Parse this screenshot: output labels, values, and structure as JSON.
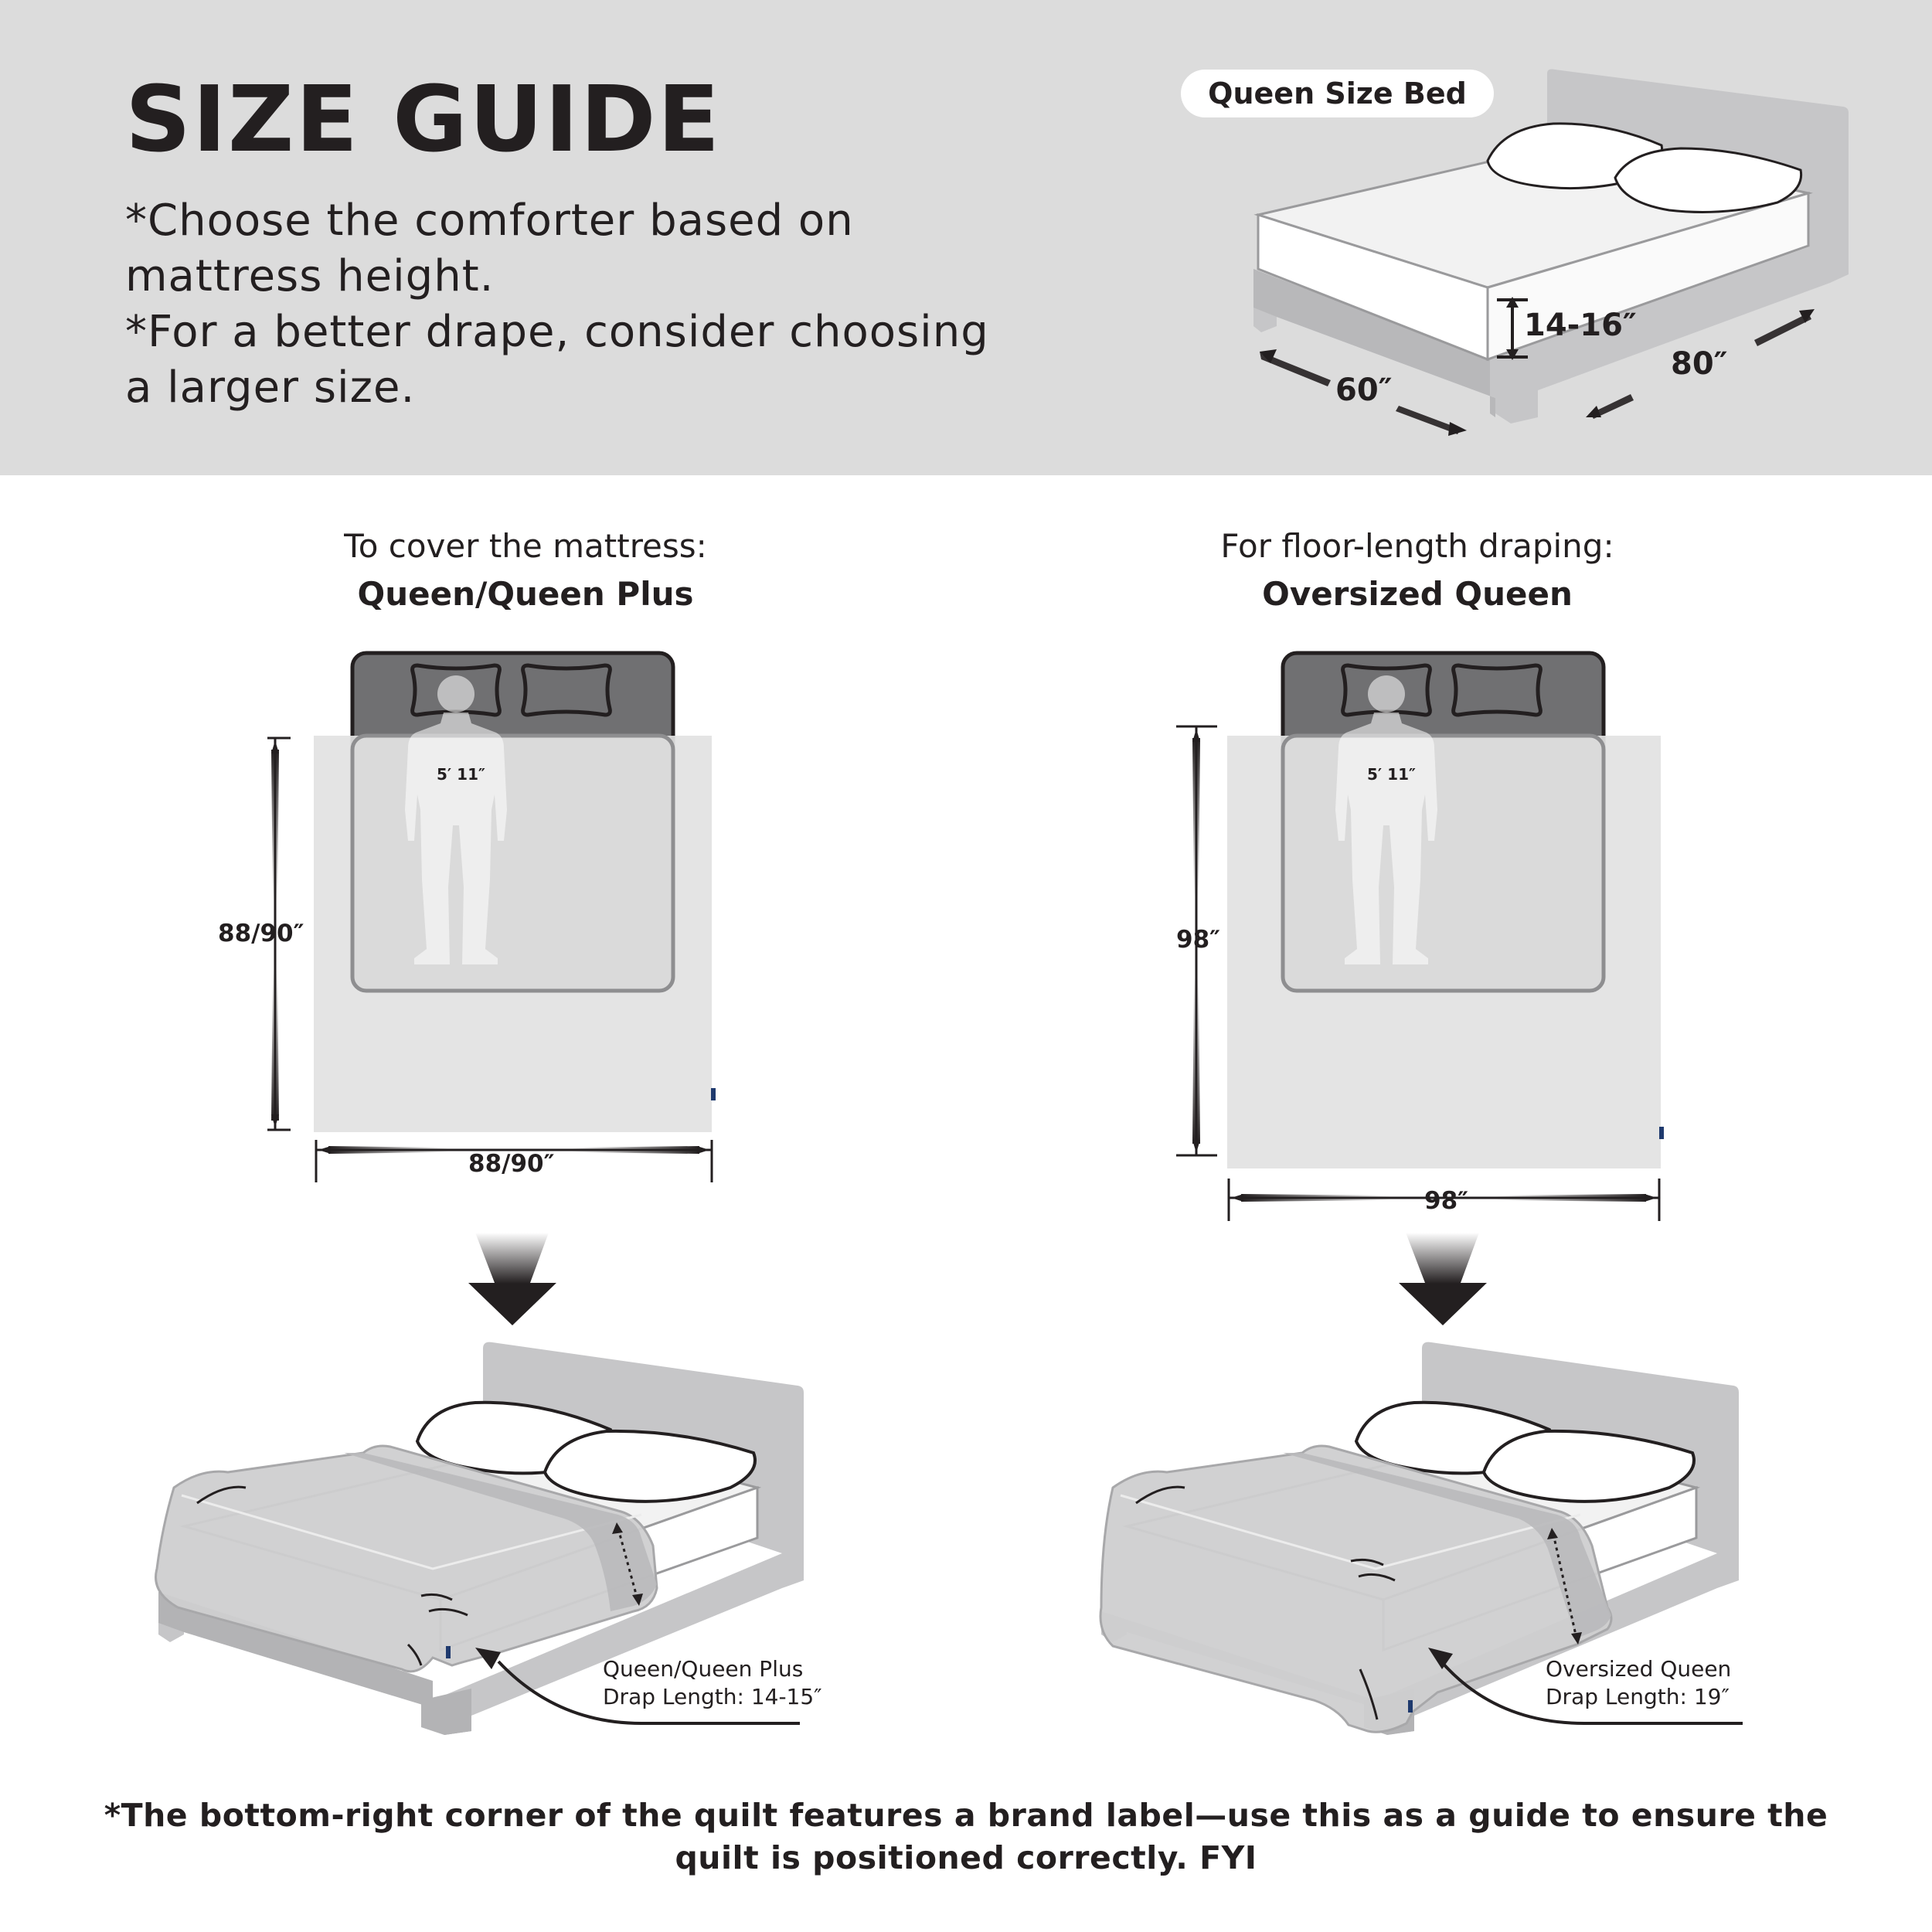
{
  "header": {
    "title": "SIZE GUIDE",
    "notes": [
      "*Choose the comforter based on",
      "mattress height.",
      "*For a better drape, consider choosing",
      "a larger size."
    ]
  },
  "reference_bed": {
    "label": "Queen Size Bed",
    "height": "14-16″",
    "width": "60″",
    "length": "80″"
  },
  "left_panel": {
    "heading": "To cover the mattress:",
    "size": "Queen/Queen Plus",
    "person_height": "5′ 11″",
    "length_label": "88/90″",
    "width_label": "88/90″",
    "drape_title": "Queen/Queen Plus",
    "drape_length": "Drap Length: 14-15″"
  },
  "right_panel": {
    "heading": "For floor-length draping:",
    "size": "Oversized Queen",
    "person_height": "5′ 11″",
    "length_label": "98″",
    "width_label": "98″",
    "drape_title": "Oversized Queen",
    "drape_length": "Drap Length: 19″"
  },
  "footnote": {
    "line1": "*The bottom-right corner of the quilt features a brand label—use this as a guide to ensure the",
    "line2": "quilt is positioned correctly.  FYI"
  },
  "colors": {
    "header_bg": "#dcdcdc",
    "text": "#231f20",
    "bed_frame": "#c6c6c8",
    "quilt": "#e2e2e2",
    "brand_label": "#1f3a6e"
  }
}
